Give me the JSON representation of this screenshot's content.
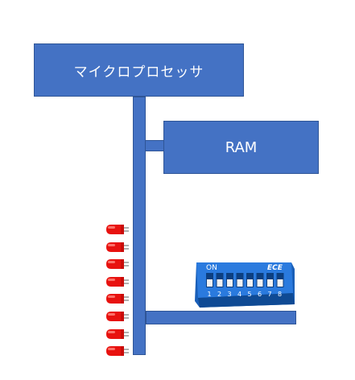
{
  "cpu": {
    "label": "マイクロプロセッサ"
  },
  "ram": {
    "label": "RAM"
  },
  "leds": {
    "count": 8,
    "color": "#e8120f"
  },
  "dip_switch": {
    "on_label": "ON",
    "brand": "ECE",
    "numbers": [
      "1",
      "2",
      "3",
      "4",
      "5",
      "6",
      "7",
      "8"
    ],
    "body_color": "#2273d6"
  },
  "colors": {
    "block_fill": "#4472c4",
    "block_border": "#2f5597"
  }
}
